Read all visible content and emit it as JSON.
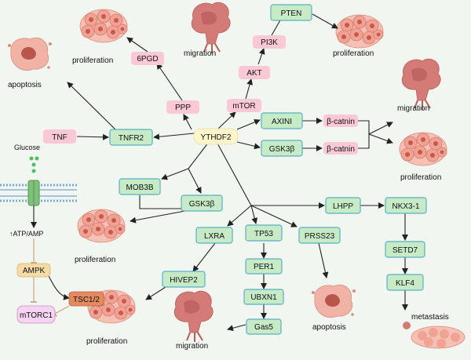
{
  "nodes": {
    "ythdf2": "YTHDF2",
    "tnf": "TNF",
    "tnfr2": "TNFR2",
    "ppp": "PPP",
    "pgd6": "6PGD",
    "mtor": "mTOR",
    "akt": "AKT",
    "pi3k": "PI3K",
    "pten": "PTEN",
    "axini": "AXINI",
    "gsk3b_top": "GSK3β",
    "bcat1": "β-catnin",
    "bcat2": "β-catnin",
    "mob3b": "MOB3B",
    "gsk3b_mid": "GSK3β",
    "lhpp": "LHPP",
    "nkx31": "NKX3-1",
    "setd7": "SETD7",
    "klf4": "KLF4",
    "lxra": "LXRA",
    "tp53": "TP53",
    "prss23": "PRSS23",
    "hivep2": "HIVEP2",
    "per1": "PER1",
    "ubxn1": "UBXN1",
    "gas5": "Gas5",
    "ampk": "AMPK",
    "mtorc1": "mTORC1",
    "tsc12": "TSC1/2"
  },
  "labels": {
    "proliferation_1": "proliferation",
    "migration_1": "migration",
    "proliferation_2": "proliferation",
    "apoptosis_1": "apoptosis",
    "migration_2": "migration",
    "proliferation_3": "proliferation",
    "glucose": "Glucose",
    "atp": "↑ATP/AMP",
    "proliferation_4": "proliferation",
    "apoptosis_2": "apoptosis",
    "metastasis": "metastasis",
    "proliferation_5": "proliferation",
    "migration_3": "migration"
  },
  "colors": {
    "green_fill": "#c6ebc6",
    "green_stroke": "#5ab0c4",
    "pink_fill": "#fbc8d6",
    "yellow_fill": "#fdf5cc",
    "ampk_fill": "#f5dca6",
    "mtorc1_fill": "#f6d3f1",
    "tsc_fill": "#e38a60",
    "cell_fill": "#f0a394",
    "tumor_fill": "#d47b78",
    "background": "#f1f7f0"
  }
}
